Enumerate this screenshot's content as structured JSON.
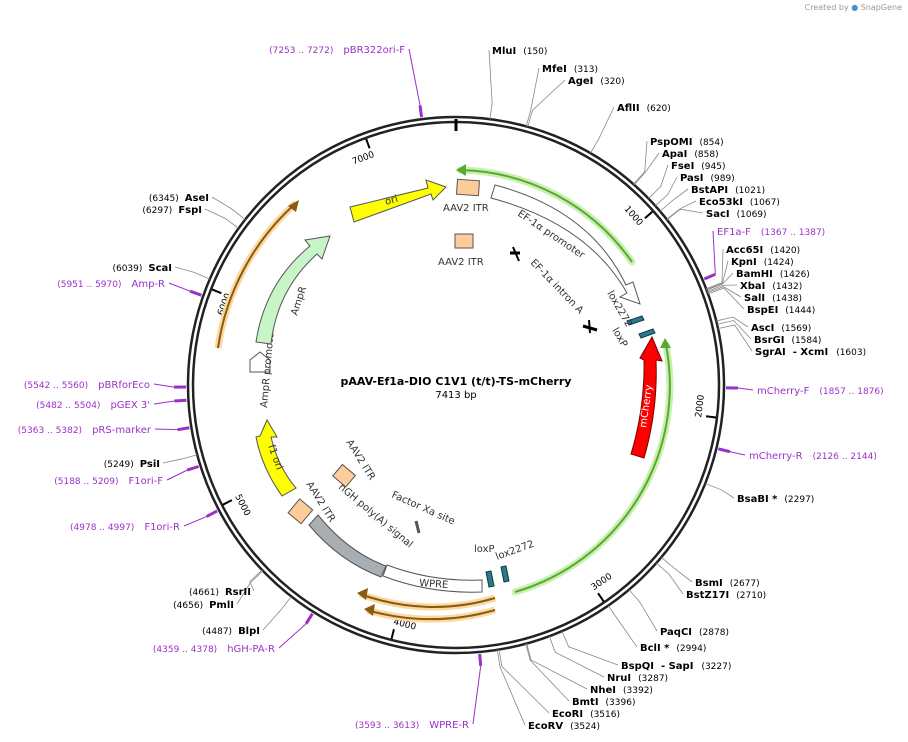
{
  "header": {
    "credit_prefix": "Created by",
    "credit_brand": "SnapGene"
  },
  "plasmid": {
    "name": "pAAV-Ef1a-DIO C1V1 (t/t)-TS-mCherry",
    "length_label": "7413 bp",
    "total_bp": 7413
  },
  "ticks": [
    {
      "bp": 1000,
      "label": "1000"
    },
    {
      "bp": 2000,
      "label": "2000"
    },
    {
      "bp": 3000,
      "label": "3000"
    },
    {
      "bp": 4000,
      "label": "4000"
    },
    {
      "bp": 5000,
      "label": "5000"
    },
    {
      "bp": 6000,
      "label": "6000"
    },
    {
      "bp": 7000,
      "label": "7000"
    }
  ],
  "sites": [
    {
      "name": "MluI",
      "pos": "(150)",
      "bp": 150
    },
    {
      "name": "MfeI",
      "pos": "(313)",
      "bp": 313
    },
    {
      "name": "AgeI",
      "pos": "(320)",
      "bp": 320
    },
    {
      "name": "AflII",
      "pos": "(620)",
      "bp": 620
    },
    {
      "name": "PspOMI",
      "pos": "(854)",
      "bp": 854
    },
    {
      "name": "ApaI",
      "pos": "(858)",
      "bp": 858
    },
    {
      "name": "FseI",
      "pos": "(945)",
      "bp": 945
    },
    {
      "name": "PasI",
      "pos": "(989)",
      "bp": 989
    },
    {
      "name": "BstAPI",
      "pos": "(1021)",
      "bp": 1021
    },
    {
      "name": "Eco53kI",
      "pos": "(1067)",
      "bp": 1067
    },
    {
      "name": "SacI",
      "pos": "(1069)",
      "bp": 1069
    },
    {
      "name": "Acc65I",
      "pos": "(1420)",
      "bp": 1420
    },
    {
      "name": "KpnI",
      "pos": "(1424)",
      "bp": 1424
    },
    {
      "name": "BamHI",
      "pos": "(1426)",
      "bp": 1426
    },
    {
      "name": "XbaI",
      "pos": "(1432)",
      "bp": 1432
    },
    {
      "name": "SalI",
      "pos": "(1438)",
      "bp": 1438
    },
    {
      "name": "BspEI",
      "pos": "(1444)",
      "bp": 1444
    },
    {
      "name": "AscI",
      "pos": "(1569)",
      "bp": 1569
    },
    {
      "name": "BsrGI",
      "pos": "(1584)",
      "bp": 1584
    },
    {
      "name": "SgrAI",
      "pos": "(1603)",
      "bp": 1603,
      "extra": "- XcmI"
    },
    {
      "name": "BsaBI *",
      "pos": "(2297)",
      "bp": 2297
    },
    {
      "name": "BsmI",
      "pos": "(2677)",
      "bp": 2677
    },
    {
      "name": "BstZ17I",
      "pos": "(2710)",
      "bp": 2710
    },
    {
      "name": "PaqCI",
      "pos": "(2878)",
      "bp": 2878
    },
    {
      "name": "BclI *",
      "pos": "(2994)",
      "bp": 2994
    },
    {
      "name": "BspQI",
      "pos": "(3227)",
      "bp": 3227,
      "extra": "- SapI"
    },
    {
      "name": "NruI",
      "pos": "(3287)",
      "bp": 3287
    },
    {
      "name": "NheI",
      "pos": "(3392)",
      "bp": 3392
    },
    {
      "name": "BmtI",
      "pos": "(3396)",
      "bp": 3396
    },
    {
      "name": "EcoRI",
      "pos": "(3516)",
      "bp": 3516
    },
    {
      "name": "EcoRV",
      "pos": "(3524)",
      "bp": 3524
    },
    {
      "name": "BlpI",
      "pos": "(4487)",
      "bp": 4487
    },
    {
      "name": "PmlI",
      "pos": "(4656)",
      "bp": 4656
    },
    {
      "name": "RsrII",
      "pos": "(4661)",
      "bp": 4661
    },
    {
      "name": "PsiI",
      "pos": "(5249)",
      "bp": 5249
    },
    {
      "name": "ScaI",
      "pos": "(6039)",
      "bp": 6039
    },
    {
      "name": "FspI",
      "pos": "(6297)",
      "bp": 6297
    },
    {
      "name": "AseI",
      "pos": "(6345)",
      "bp": 6345
    }
  ],
  "primers": [
    {
      "name": "pBR322ori-F",
      "range": "(7253 .. 7272)",
      "bp": 7262
    },
    {
      "name": "EF1a-F",
      "range": "(1367 .. 1387)",
      "bp": 1377
    },
    {
      "name": "mCherry-F",
      "range": "(1857 .. 1876)",
      "bp": 1866
    },
    {
      "name": "mCherry-R",
      "range": "(2126 .. 2144)",
      "bp": 2135
    },
    {
      "name": "WPRE-R",
      "range": "(3593 .. 3613)",
      "bp": 3603
    },
    {
      "name": "hGH-PA-R",
      "range": "(4359 .. 4378)",
      "bp": 4368
    },
    {
      "name": "F1ori-R",
      "range": "(4978 .. 4997)",
      "bp": 4987
    },
    {
      "name": "F1ori-F",
      "range": "(5188 .. 5209)",
      "bp": 5198
    },
    {
      "name": "pRS-marker",
      "range": "(5363 .. 5382)",
      "bp": 5372
    },
    {
      "name": "pGEX 3'",
      "range": "(5482 .. 5504)",
      "bp": 5493
    },
    {
      "name": "pBRforEco",
      "range": "(5542 .. 5560)",
      "bp": 5551
    },
    {
      "name": "Amp-R",
      "range": "(5951 .. 5970)",
      "bp": 5960
    }
  ],
  "features": [
    {
      "name": "AAV2 ITR",
      "label": "AAV2 ITR"
    },
    {
      "name": "AAV2 ITR 2",
      "label": "AAV2 ITR"
    },
    {
      "name": "EF-1a promoter",
      "label": "EF-1α promoter"
    },
    {
      "name": "EF-1a intron A",
      "label": "EF-1α intron A"
    },
    {
      "name": "lox2272 1",
      "label": "lox2272"
    },
    {
      "name": "loxP 1",
      "label": "loxP"
    },
    {
      "name": "mCherry",
      "label": "mCherry"
    },
    {
      "name": "loxP 2",
      "label": "loxP"
    },
    {
      "name": "lox2272 2",
      "label": "lox2272"
    },
    {
      "name": "WPRE",
      "label": "WPRE"
    },
    {
      "name": "hGH polyA signal",
      "label": "hGH poly(A) signal"
    },
    {
      "name": "Factor Xa site",
      "label": "Factor Xa site"
    },
    {
      "name": "AAV2 ITR 3",
      "label": "AAV2 ITR"
    },
    {
      "name": "AAV2 ITR 4",
      "label": "AAV2 ITR"
    },
    {
      "name": "f1 ori",
      "label": "f1 ori"
    },
    {
      "name": "AmpR promoter",
      "label": "AmpR promoter"
    },
    {
      "name": "AmpR",
      "label": "AmpR"
    },
    {
      "name": "ori",
      "label": "ori"
    }
  ],
  "colors": {
    "backbone": "#222222",
    "site_label": "#000000",
    "primer": "#9b30c8",
    "ori": "#ffff00",
    "amp": "#c8f5c8",
    "itr": "#fdcc99",
    "mcherry": "#ff0000",
    "lox": "#2a7a8c",
    "hgh": "#a9aeb3",
    "promoter_outline": "#555555",
    "orf_green": "#5aa832",
    "orf_orange": "#e8a040"
  }
}
